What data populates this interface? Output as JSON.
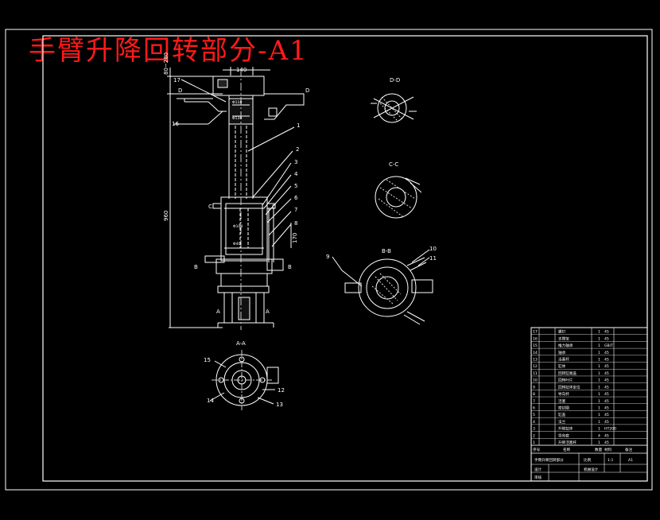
{
  "title": "手臂升降回转部分-A1",
  "main_view": {
    "dim_top": "140",
    "dim_left_top": "80~280",
    "dim_left_total": "960",
    "dim_right": "170",
    "dia_1": "Φ110",
    "dia_2": "Φ130",
    "dia_3": "Φ100",
    "dia_4": "Φ40",
    "section_marks": {
      "D": "D",
      "C": "C",
      "B": "B",
      "A": "A"
    },
    "balloons": [
      "1",
      "2",
      "3",
      "4",
      "5",
      "6",
      "7",
      "8",
      "16",
      "17"
    ]
  },
  "section_views": {
    "dd": "D-D",
    "cc": "C-C",
    "bb": "B-B",
    "aa": "A-A",
    "bb_balloons": [
      "9",
      "10",
      "11"
    ],
    "aa_balloons": [
      "12",
      "13",
      "14",
      "15"
    ]
  },
  "title_block": {
    "rows": [
      {
        "no": "17",
        "name": "螺钉",
        "qty": "1",
        "mat": "45"
      },
      {
        "no": "16",
        "name": "支撑架",
        "qty": "1",
        "mat": "45"
      },
      {
        "no": "15",
        "name": "推力轴承",
        "qty": "1",
        "mat": "GB/T"
      },
      {
        "no": "14",
        "name": "轴承",
        "qty": "1",
        "mat": "45"
      },
      {
        "no": "13",
        "name": "活塞杆",
        "qty": "1",
        "mat": "45"
      },
      {
        "no": "12",
        "name": "缸体",
        "qty": "1",
        "mat": "45"
      },
      {
        "no": "11",
        "name": "回转缸端盖",
        "qty": "1",
        "mat": "45"
      },
      {
        "no": "10",
        "name": "回转叶片",
        "qty": "1",
        "mat": "45"
      },
      {
        "no": "9",
        "name": "回转缸体定位",
        "qty": "1",
        "mat": "45"
      },
      {
        "no": "8",
        "name": "导向杆",
        "qty": "1",
        "mat": "45"
      },
      {
        "no": "7",
        "name": "活塞",
        "qty": "1",
        "mat": "45"
      },
      {
        "no": "6",
        "name": "密封圈",
        "qty": "1",
        "mat": "45"
      },
      {
        "no": "5",
        "name": "缸盖",
        "qty": "1",
        "mat": "45"
      },
      {
        "no": "4",
        "name": "法兰",
        "qty": "1",
        "mat": "45"
      },
      {
        "no": "3",
        "name": "升降缸体",
        "qty": "1",
        "mat": "HT200"
      },
      {
        "no": "2",
        "name": "导向套",
        "qty": "4",
        "mat": "45"
      },
      {
        "no": "1",
        "name": "升降活塞杆",
        "qty": "1",
        "mat": "45"
      }
    ],
    "header": {
      "no": "序号",
      "name": "名称",
      "qty": "数量",
      "mat": "材料",
      "note": "备注"
    },
    "drawing_name": "手臂升降回转部分",
    "scale": "比例",
    "scale_val": "1:1",
    "sheet": "A1",
    "designer": "设计",
    "checker": "审核",
    "school": "机械设计"
  }
}
